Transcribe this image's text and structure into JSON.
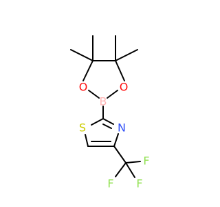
{
  "molecule": {
    "atoms": {
      "o_left": {
        "symbol": "O",
        "color": "#ff0d0d"
      },
      "o_right": {
        "symbol": "O",
        "color": "#ff0d0d"
      },
      "boron": {
        "symbol": "B",
        "color": "#ffb5b5"
      },
      "sulfur": {
        "symbol": "S",
        "color": "#cccc00"
      },
      "nitrogen": {
        "symbol": "N",
        "color": "#3050f8"
      },
      "f_top": {
        "symbol": "F",
        "color": "#90e050"
      },
      "f_left": {
        "symbol": "F",
        "color": "#90e050"
      },
      "f_bottom": {
        "symbol": "F",
        "color": "#90e050"
      }
    }
  }
}
